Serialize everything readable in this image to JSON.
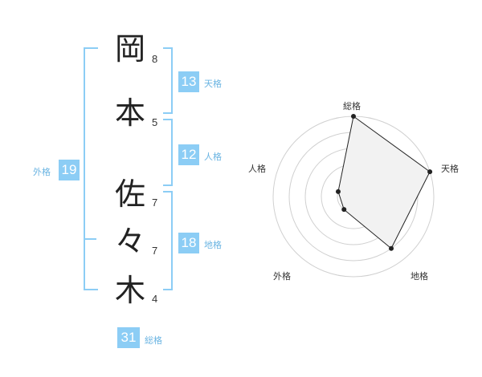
{
  "name_chars": [
    "岡",
    "本",
    "佐",
    "々",
    "木"
  ],
  "strokes": [
    "8",
    "5",
    "7",
    "7",
    "4"
  ],
  "badges": {
    "tenkaku": {
      "value": "13",
      "label": "天格"
    },
    "jinkaku": {
      "value": "12",
      "label": "人格"
    },
    "chikaku": {
      "value": "18",
      "label": "地格"
    },
    "gaikaku": {
      "value": "19",
      "label": "外格"
    },
    "soukaku": {
      "value": "31",
      "label": "総格"
    }
  },
  "radar": {
    "axes": [
      "総格",
      "天格",
      "地格",
      "外格",
      "人格"
    ],
    "values": [
      5,
      5,
      4,
      1,
      1
    ],
    "max": 5,
    "rings": 5
  },
  "colors": {
    "accent": "#8ccdf5",
    "accent_text": "#6ab4e2",
    "radar_fill": "#f2f2f2",
    "radar_line": "#222222"
  }
}
